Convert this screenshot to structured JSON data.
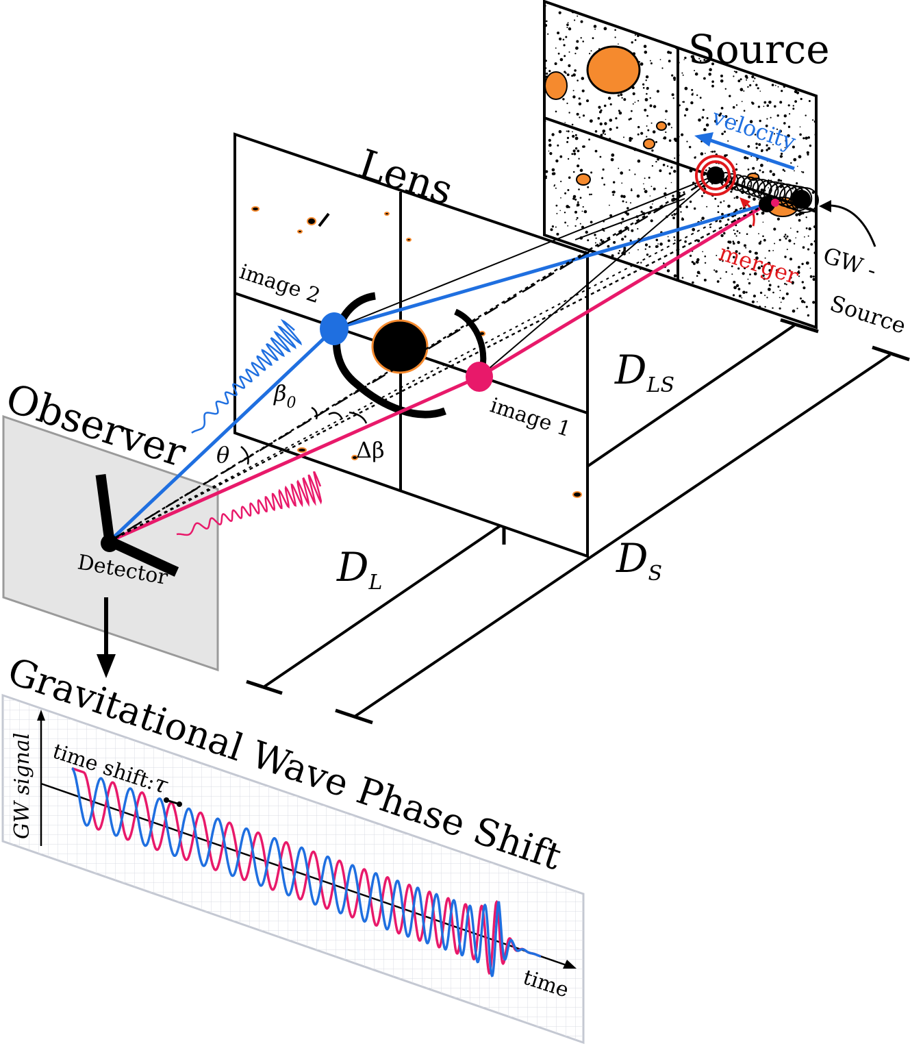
{
  "colors": {
    "blue": "#1f6fe0",
    "pink": "#e8196a",
    "red": "#e0181c",
    "orange": "#f58a2e",
    "gray_panel": "#d6d6d6",
    "grid": "#d8dbe3",
    "ink": "#000000"
  },
  "planes": {
    "source_title": "Source",
    "lens_title": "Lens",
    "observer_title": "Observer"
  },
  "labels": {
    "image_1": "image 1",
    "image_2": "image 2",
    "velocity": "velocity",
    "merger": "merger",
    "gw_source_line1": "GW -",
    "gw_source_line2": "Source",
    "detector": "Detector",
    "theta": "θ",
    "beta": "β",
    "beta_sub": "0",
    "delta_beta": "Δβ"
  },
  "distances": {
    "d_ls": "D",
    "d_ls_sub": "LS",
    "d_l": "D",
    "d_l_sub": "L",
    "d_s": "D",
    "d_s_sub": "S"
  },
  "signal_panel": {
    "title": "Gravitational Wave Phase Shift",
    "y_label": "GW signal",
    "time_shift_label": "time shift:",
    "tau": "τ",
    "x_label": "time"
  },
  "icons": [
    "detector-l-icon",
    "arrow-down-icon",
    "galaxy-icon",
    "binary-merger-icon"
  ]
}
